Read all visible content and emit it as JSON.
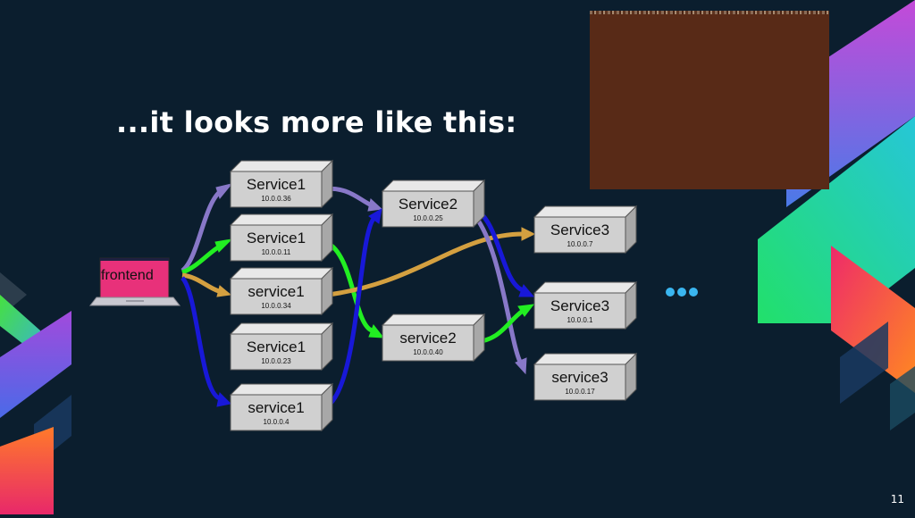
{
  "slide": {
    "title": "...it looks more like this:",
    "page_number": "11",
    "ellipsis": "..."
  },
  "frontend": {
    "label": "frontend"
  },
  "services": [
    {
      "id": "s1a",
      "name": "Service1",
      "ip": "10.0.0.36"
    },
    {
      "id": "s1b",
      "name": "Service1",
      "ip": "10.0.0.11"
    },
    {
      "id": "s1c",
      "name": "service1",
      "ip": "10.0.0.34"
    },
    {
      "id": "s1d",
      "name": "Service1",
      "ip": "10.0.0.23"
    },
    {
      "id": "s1e",
      "name": "service1",
      "ip": "10.0.0.4"
    },
    {
      "id": "s2a",
      "name": "Service2",
      "ip": "10.0.0.25"
    },
    {
      "id": "s2b",
      "name": "service2",
      "ip": "10.0.0.40"
    },
    {
      "id": "s3a",
      "name": "Service3",
      "ip": "10.0.0.7"
    },
    {
      "id": "s3b",
      "name": "Service3",
      "ip": "10.0.0.1"
    },
    {
      "id": "s3c",
      "name": "service3",
      "ip": "10.0.0.17"
    }
  ],
  "connections": [
    {
      "from": "frontend",
      "to": "s1a",
      "color": "#8878c8"
    },
    {
      "from": "frontend",
      "to": "s1b",
      "color": "#22ee22"
    },
    {
      "from": "frontend",
      "to": "s1c",
      "color": "#d4a040"
    },
    {
      "from": "frontend",
      "to": "s1e",
      "color": "#1818d8"
    },
    {
      "from": "s1a",
      "to": "s2a",
      "color": "#8878c8"
    },
    {
      "from": "s1b",
      "to": "s2b",
      "color": "#22ee22"
    },
    {
      "from": "s1c",
      "to": "s3a",
      "color": "#d4a040"
    },
    {
      "from": "s1e",
      "to": "s2a",
      "color": "#1818d8"
    },
    {
      "from": "s2a",
      "to": "s3b",
      "color": "#1818d8"
    },
    {
      "from": "s2a",
      "to": "s3c",
      "color": "#8878c8"
    },
    {
      "from": "s2b",
      "to": "s3b",
      "color": "#22ee22"
    }
  ],
  "colors": {
    "background": "#0b1e2e",
    "box_front": "#d0d0d0",
    "box_top": "#e8e8e8",
    "box_side": "#a8a8a8",
    "laptop_screen": "#e8317a",
    "ellipsis": "#3ab6f0"
  }
}
